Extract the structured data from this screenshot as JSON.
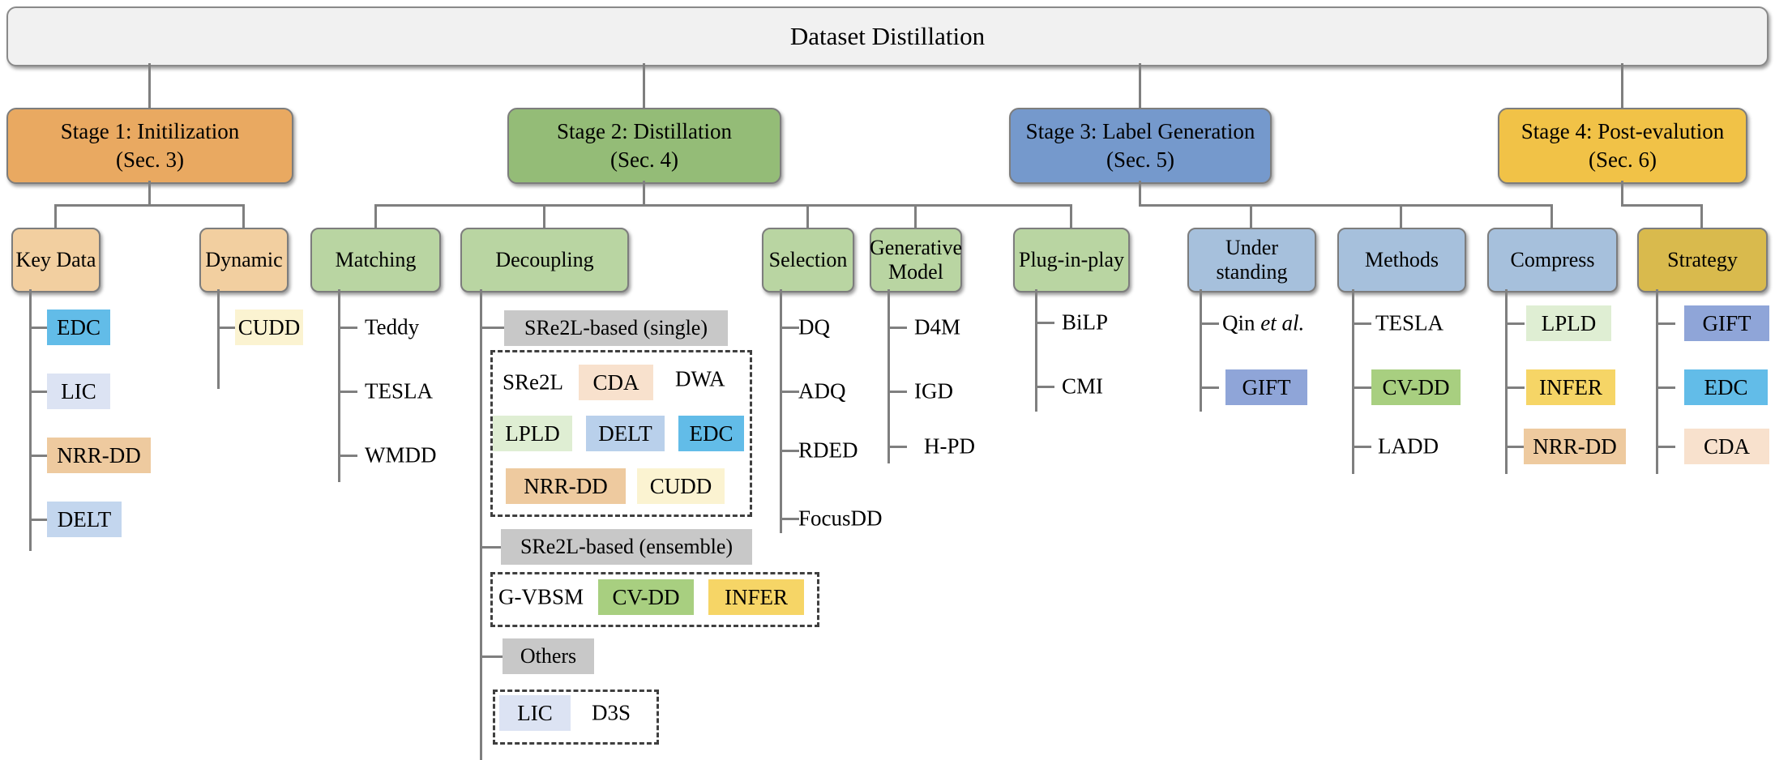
{
  "title": "Dataset Distillation",
  "stages": [
    {
      "name": "Stage 1: Initilization",
      "sec": "(Sec. 3)",
      "bg": "#e9a961"
    },
    {
      "name": "Stage 2: Distillation",
      "sec": "(Sec. 4)",
      "bg": "#94bc77"
    },
    {
      "name": "Stage 3: Label Generation",
      "sec": "(Sec. 5)",
      "bg": "#7599cc"
    },
    {
      "name": "Stage 4: Post-evalution",
      "sec": "(Sec. 6)",
      "bg": "#f1c247"
    }
  ],
  "columns": [
    {
      "name": "Key Data",
      "bg": "#f2cfa0"
    },
    {
      "name": "Dynamic",
      "bg": "#f2cfa0"
    },
    {
      "name": "Matching",
      "bg": "#b9d5a2"
    },
    {
      "name": "Decoupling",
      "bg": "#b9d5a2"
    },
    {
      "name": "Selection",
      "bg": "#b9d5a2"
    },
    {
      "name": "Generative Model",
      "line1": "Generative",
      "line2": "Model",
      "bg": "#b9d5a2"
    },
    {
      "name": "Plug-in-play",
      "bg": "#b9d5a2"
    },
    {
      "name": "Understanding",
      "line1": "Under",
      "line2": "standing",
      "bg": "#a6c0dc"
    },
    {
      "name": "Methods",
      "bg": "#a6c0dc"
    },
    {
      "name": "Compress",
      "bg": "#a6c0dc"
    },
    {
      "name": "Strategy",
      "bg": "#d9ba4d"
    }
  ],
  "items": {
    "key_data": [
      {
        "label": "EDC",
        "bg": "#62bce8"
      },
      {
        "label": "LIC",
        "bg": "#dce3f3"
      },
      {
        "label": "NRR-DD",
        "bg": "#eeca9f"
      },
      {
        "label": "DELT",
        "bg": "#c3d6ee"
      }
    ],
    "dynamic": [
      {
        "label": "CUDD",
        "bg": "#fbf3d1"
      }
    ],
    "matching": [
      {
        "label": "Teddy"
      },
      {
        "label": "TESLA"
      },
      {
        "label": "WMDD"
      }
    ],
    "selection": [
      {
        "label": "DQ"
      },
      {
        "label": "ADQ"
      },
      {
        "label": "RDED"
      },
      {
        "label": "FocusDD"
      }
    ],
    "generative": [
      {
        "label": "D4M"
      },
      {
        "label": "IGD"
      },
      {
        "label": "H-PD"
      }
    ],
    "plug_in_play": [
      {
        "label": "BiLP"
      },
      {
        "label": "CMI"
      }
    ],
    "understanding": [
      {
        "label_prefix": "Qin ",
        "label_italic": "et al."
      },
      {
        "label": "GIFT",
        "bg": "#8fa5d8"
      }
    ],
    "methods": [
      {
        "label": "TESLA"
      },
      {
        "label": "CV-DD",
        "bg": "#a8cf80"
      },
      {
        "label": "LADD"
      }
    ],
    "compress": [
      {
        "label": "LPLD",
        "bg": "#dfeed3"
      },
      {
        "label": "INFER",
        "bg": "#f6d566"
      },
      {
        "label": "NRR-DD",
        "bg": "#eeca9f"
      }
    ],
    "strategy": [
      {
        "label": "GIFT",
        "bg": "#8fa5d8"
      },
      {
        "label": "EDC",
        "bg": "#62bce8"
      },
      {
        "label": "CDA",
        "bg": "#f8e1cd"
      }
    ]
  },
  "decoupling": {
    "single_header": {
      "label": "SRe2L-based (single)",
      "bg": "#c8c8c8"
    },
    "single_items": [
      {
        "label": "SRe2L"
      },
      {
        "label": "CDA",
        "bg": "#f8e1cd"
      },
      {
        "label": "DWA"
      },
      {
        "label": "LPLD",
        "bg": "#dfeed3"
      },
      {
        "label": "DELT",
        "bg": "#b9d0eb"
      },
      {
        "label": "EDC",
        "bg": "#62bce8"
      },
      {
        "label": "NRR-DD",
        "bg": "#eeca9f"
      },
      {
        "label": "CUDD",
        "bg": "#fbf3d1"
      }
    ],
    "ensemble_header": {
      "label": "SRe2L-based (ensemble)",
      "bg": "#c8c8c8"
    },
    "ensemble_items": [
      {
        "label": "G-VBSM"
      },
      {
        "label": "CV-DD",
        "bg": "#a8cf80"
      },
      {
        "label": "INFER",
        "bg": "#f6d566"
      }
    ],
    "others_header": {
      "label": "Others",
      "bg": "#c8c8c8"
    },
    "others_items": [
      {
        "label": "LIC",
        "bg": "#dce3f3"
      },
      {
        "label": "D3S"
      }
    ]
  }
}
